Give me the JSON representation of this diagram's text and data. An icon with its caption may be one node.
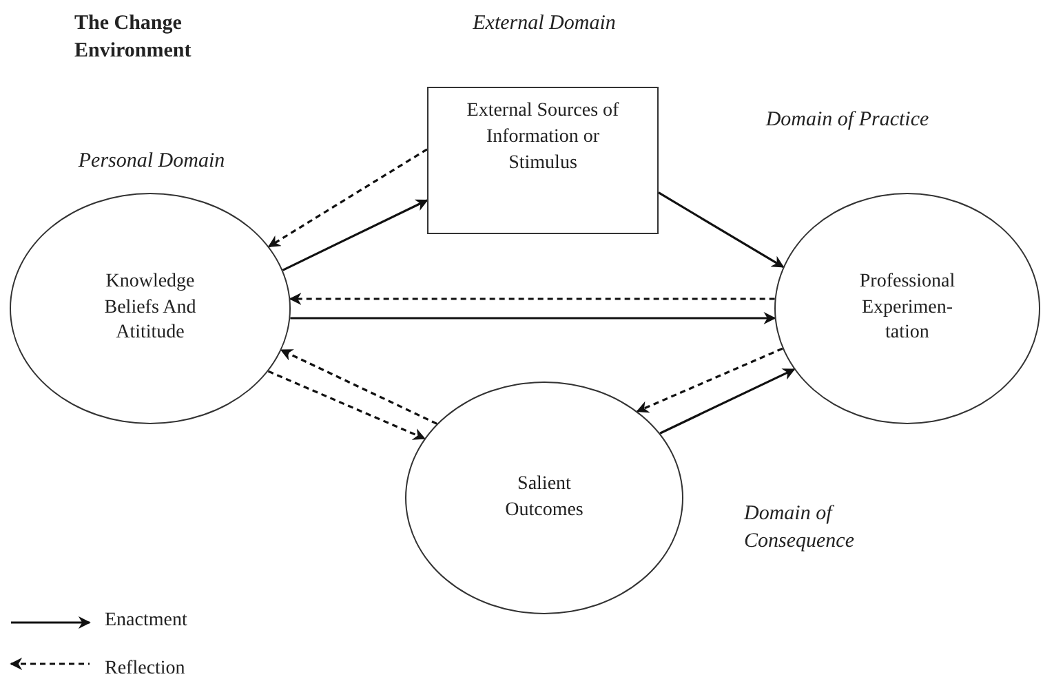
{
  "diagram": {
    "title": "The Change Environment",
    "nodes": [
      {
        "text": [
          "Knowledge Beliefs And Atititude"
        ],
        "beside": [
          "Personal Domain"
        ]
      },
      {
        "text": [
          "External Sources of Information or Stimulus"
        ],
        "beside": [
          "External Domain"
        ]
      },
      {
        "text": [
          "Professional Experimen- tation"
        ],
        "beside": [
          "Domain of Practice"
        ]
      },
      {
        "text": [
          "Salient Outcomes"
        ],
        "beside": [
          "Domain of Consequence"
        ]
      }
    ],
    "edges": [
      {
        "from": 0,
        "to": 1,
        "arrow": "to"
      },
      {
        "from": 1,
        "to": 0,
        "arrow": "to",
        "style": "dashed"
      },
      {
        "from": 1,
        "to": 2,
        "arrow": "to"
      },
      {
        "from": 2,
        "to": 0,
        "arrow": "to",
        "style": "dashed"
      },
      {
        "from": 0,
        "to": 2,
        "arrow": "to"
      },
      {
        "from": 3,
        "to": 0,
        "arrow": "to",
        "style": "dashed"
      },
      {
        "from": 0,
        "to": 3,
        "arrow": "to",
        "style": "dashed"
      },
      {
        "from": 3,
        "to": 2,
        "arrow": "to"
      },
      {
        "from": 2,
        "to": 3,
        "arrow": "to",
        "style": "dashed"
      }
    ],
    "legend": [
      {
        "text": "Enactment"
      },
      {
        "text": "Reflection"
      }
    ]
  }
}
